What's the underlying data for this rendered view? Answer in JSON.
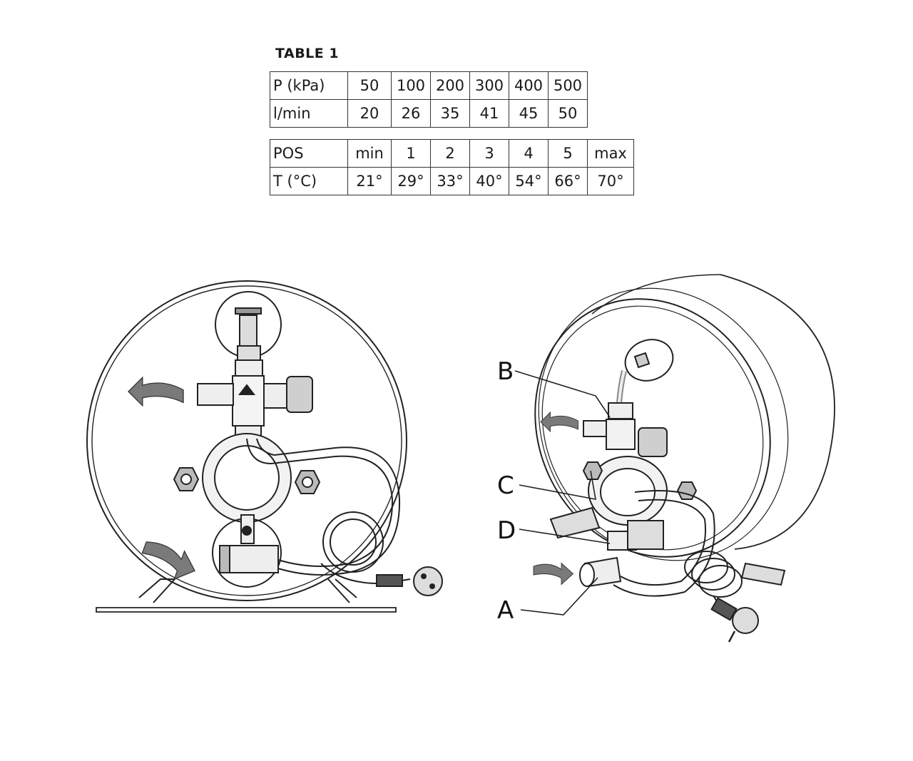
{
  "table_title": "TABLE 1",
  "pressure_table": {
    "rows": [
      [
        "P (kPa)",
        "50",
        "100",
        "200",
        "300",
        "400",
        "500"
      ],
      [
        "l/min",
        "20",
        "26",
        "35",
        "41",
        "45",
        "50"
      ]
    ]
  },
  "temperature_table": {
    "rows": [
      [
        "POS",
        "min",
        "1",
        "2",
        "3",
        "4",
        "5",
        "max"
      ],
      [
        "T (°C)",
        "21°",
        "29°",
        "33°",
        "40°",
        "54°",
        "66°",
        "70°"
      ]
    ]
  },
  "callouts": {
    "a": "A",
    "b": "B",
    "c": "C",
    "d": "D"
  },
  "icons": {
    "arrows": "curved-arrow-icon",
    "plug": "power-plug-icon"
  }
}
